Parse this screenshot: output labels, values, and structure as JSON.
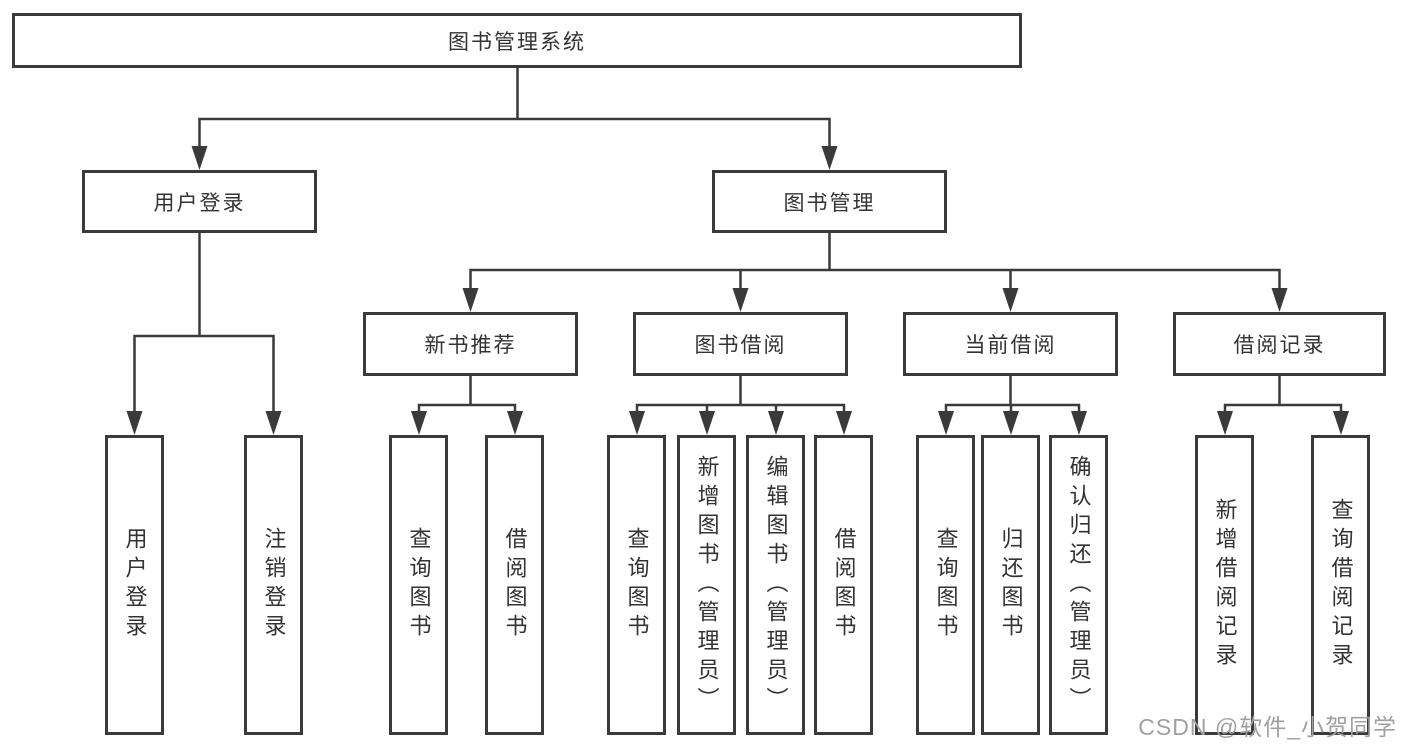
{
  "diagram": {
    "watermark": "CSDN @软件_小贺同学",
    "colors": {
      "line": "#3a3a3a",
      "text": "#333333",
      "background": "#ffffff",
      "watermark": "#a0a0a0"
    },
    "tree": {
      "root": {
        "label": "图书管理系统",
        "children": [
          {
            "label": "用户登录",
            "children": [
              {
                "label": "用户登录"
              },
              {
                "label": "注销登录"
              }
            ]
          },
          {
            "label": "图书管理",
            "children": [
              {
                "label": "新书推荐",
                "children": [
                  {
                    "label": "查询图书"
                  },
                  {
                    "label": "借阅图书"
                  }
                ]
              },
              {
                "label": "图书借阅",
                "children": [
                  {
                    "label": "查询图书"
                  },
                  {
                    "label": "新增图书（管理员）"
                  },
                  {
                    "label": "编辑图书（管理员）"
                  },
                  {
                    "label": "借阅图书"
                  }
                ]
              },
              {
                "label": "当前借阅",
                "children": [
                  {
                    "label": "查询图书"
                  },
                  {
                    "label": "归还图书"
                  },
                  {
                    "label": "确认归还（管理员）"
                  }
                ]
              },
              {
                "label": "借阅记录",
                "children": [
                  {
                    "label": "新增借阅记录"
                  },
                  {
                    "label": "查询借阅记录"
                  }
                ]
              }
            ]
          }
        ]
      }
    }
  }
}
